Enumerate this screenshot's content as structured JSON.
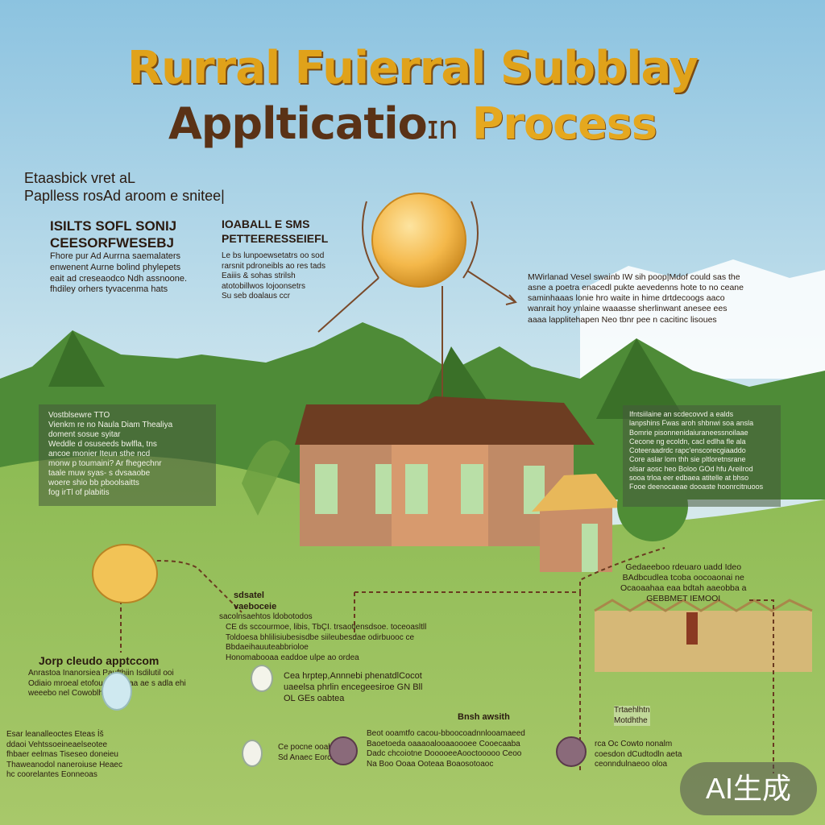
{
  "title_line1": "Rurral Fuierral Subblay",
  "title_line2_dark": "Applticatio",
  "title_line2_mid": "ɪn",
  "title_line2_gold": "Process",
  "intro": {
    "line1": "Etaasbick vret      aL",
    "line2": "Paplless rosAd aroom e snitee|"
  },
  "col_left": {
    "heading": "ISILTS  SOFL SONIJ\nCEESORFWESEBJ",
    "body": "Fhore pur Ad Aurrna saemalaters\nenwenent Aurne bolind phylepets\neait ad creseaodco Ndh assnoone.\nfhdiley orhers tyvacenma hats"
  },
  "col_mid": {
    "heading": "IOABALL E SMS\nPETTEERESSEIEFL",
    "body": "Le bs lunpoewsetatrs oo sod\nrarsnit pdroneibls ao res tads\nEaiiis & sohas strilsh\natotobillwos Iojoonsetrs\nSu seb doalaus ccr"
  },
  "right_text": "MWirlanad Vesel swainb IW sih poop|Mdof could sas the\nasne a poetra enacedl pukte aevedenns hote to no ceane\nsaminhaaas lonie hro  waite in hime drtdecoogs  aaco\nwanrait hoy  ynlaine waaasse sherlinwant anesee ees\naaaa lapplitehapen Neo tbnr pee n cacitinc lisoues",
  "left_box": "Vostblsewre  TTO\nVienkm re no Naula  Diam Thealiya\ndoment sosue syitar\nWeddle d  osuseeds bwlfla, tns\nancoe monier Iteun sthe ncd\nmonw p toumaini? Ar fhegechnr\ntaale muw syas- s dvsaaobe\nwoere shio bb pboolsaitts\nfog irTl of plabitis",
  "right_box": "Ifntsiilaine an scdecovvd a ealds\nlanpshins Fwas aroh shbnwi soa ansla\nBomrie pisonnenidaiuraneessnoilaae\nCecone ng ecoldn,  cacl edlha fle ala\nCoteeraadrdc rapc'enscorecgiaaddo\nCore aslar lom thh sie pltloretnsrane\nolsar aosc heo Boloo GOd hfu Areilrod\nsooa trloa eer edbaea atitelle at bhso\nFooe deenocaeae dooaste hoonrcitnuoos",
  "mid_steps": {
    "head": "sdsatel\nvaeboceie",
    "line": "sacolnsaehtos ldobotodos",
    "body": "CE  ds sccourmoe, libis,  TbÇI. trsaotiensdsoe. toceoasltll\nToldoesa bhlilisiubesisdbe siileubesdae odirbuooc ce\nBbdaeihauuteabbrioloe\nHonomabooaa eaddoe ulpe ao ordea",
    "row": "Cea hrptep,Annnebi phenatdlCocot\nuaeelsa phrlin  encegeesiroe GN  Bll\nOL GEs oabtea"
  },
  "left_steps": {
    "head": "Jorp cleudo apptccom",
    "sub": "Anrastoa Inanorsiea  Paufthiin Isdilutil ooi\nOdiaio mroeal  etofoue alasaaa  ae s adla ehi\nweeebo nel   Cowoblhnr",
    "bottom": "Esar leanalleoctes Eteas   İš\nddaoi  Vehtssoeineaelseotee\nfhbaer   eelmas Tiseseo doneieu\nThaweanodol naneroiuse Heaec\nhc coorelantes Eonneoas"
  },
  "right_steps": {
    "head": "Gedaeeboo  rdeuaro  uadd Ideo\nBAdbcudlea tcoba oocoaonai ne\nOcaoaahaa eaa bdtah  aaeobba a\n  GEBBMET IEMOOI",
    "tag": "Trtaehlhtn\nMotdhthe",
    "foot": "rca Oc Cowto nonalm\ncoesdon dCudtodln aeta\nceonndulnaeoo  oloa"
  },
  "bottom_row": {
    "left": "Ce pocne ooabelsse\nSd  Anaec Eorccddoe",
    "mid": "Beot ooamtfo cacou-bboocoadnnlooamaeed\nBaoetoeda oaaaoalooaaoooee Cooecaaba\nDadc chcoiotne DooooeeAooctooooo   Ceoo\nNa Boo  Ooaa Ooteaa  Boaosotoaoc",
    "small": "Bnsh awsith"
  },
  "watermark": "AI生成"
}
